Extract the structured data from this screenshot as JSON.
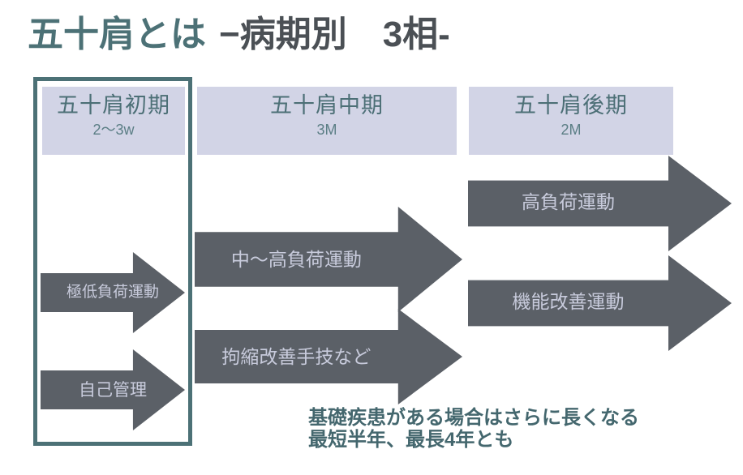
{
  "slide": {
    "title": {
      "main": "五十肩とは",
      "sub": "−病期別　3相-"
    },
    "phases": [
      {
        "name": "五十肩初期",
        "duration": "2〜3w"
      },
      {
        "name": "五十肩中期",
        "duration": "3M"
      },
      {
        "name": "五十肩後期",
        "duration": "2M"
      }
    ],
    "arrows": [
      {
        "label": "極低負荷運動",
        "column": "early"
      },
      {
        "label": "自己管理",
        "column": "early"
      },
      {
        "label": "中〜高負荷運動",
        "column": "middle"
      },
      {
        "label": "拘縮改善手技など",
        "column": "middle"
      },
      {
        "label": "高負荷運動",
        "column": "late"
      },
      {
        "label": "機能改善運動",
        "column": "late"
      }
    ],
    "footnote": {
      "line1": "基礎疾患がある場合はさらに長くなる",
      "line2": "最短半年、最長4年とも"
    },
    "colors": {
      "title_main": "#4c7176",
      "title_sub": "#4b5055",
      "phase_box_bg": "#d2d4e6",
      "phase_text": "#4c6f76",
      "arrow_fill": "#5b6067",
      "arrow_text": "#c8cbdc",
      "frame_border": "#4c7176",
      "footnote_text": "#44676e",
      "background": "#ffffff"
    }
  }
}
